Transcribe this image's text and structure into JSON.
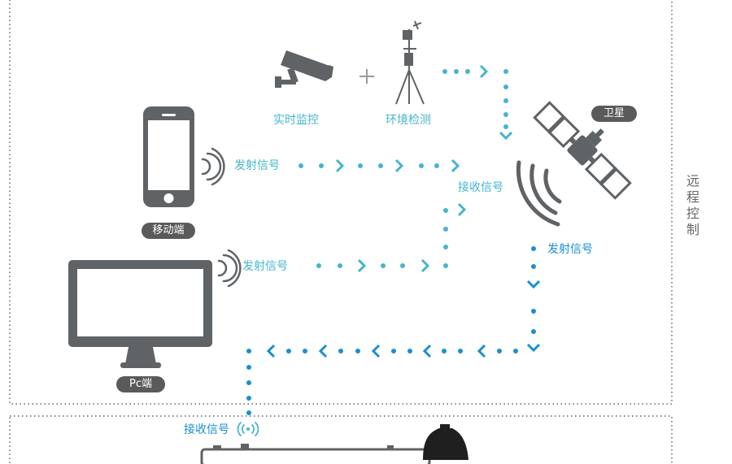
{
  "labels": {
    "monitoring": "实时监控",
    "env_detection": "环境检测",
    "satellite": "卫星",
    "send_signal_mobile": "发射信号",
    "receive_signal": "接收信号",
    "send_signal_pc": "发射信号",
    "send_signal_satellite": "发射信号",
    "mobile": "移动端",
    "pc": "Pc端",
    "receive_signal_bottom": "接收信号",
    "remote_control": [
      "远",
      "程",
      "控",
      "制"
    ]
  },
  "colors": {
    "flow_teal": "#45b5cc",
    "flow_blue": "#1a8fd0",
    "device_gray": "#5f6366",
    "frame_border": "#8a8a8a"
  },
  "icons": [
    "cctv-camera-icon",
    "weather-station-icon",
    "plus-icon",
    "satellite-icon",
    "smartphone-icon",
    "monitor-icon",
    "wifi-signal-icon",
    "robot-device-icon"
  ]
}
